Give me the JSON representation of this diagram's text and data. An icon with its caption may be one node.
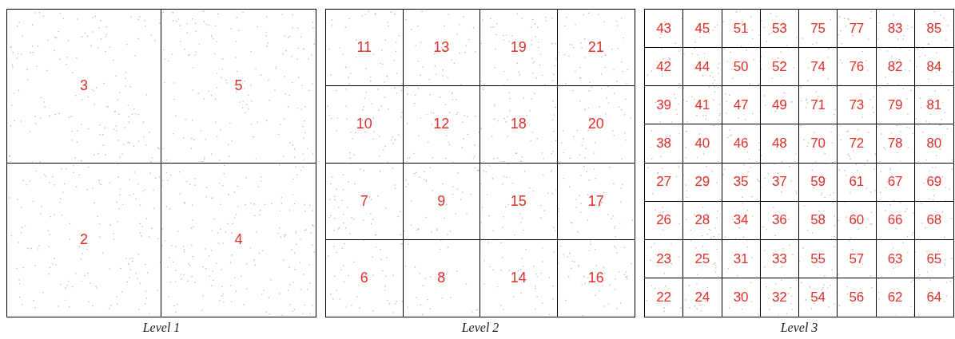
{
  "diagram": {
    "nodes": [
      {
        "text": [
          "Level 1"
        ]
      },
      {
        "text": [
          "3"
        ],
        "in": 0
      },
      {
        "text": [
          "5"
        ],
        "in": 0
      },
      {
        "text": [
          "2"
        ],
        "in": 0
      },
      {
        "text": [
          "4"
        ],
        "in": 0
      },
      {
        "text": [
          "Level 2"
        ]
      },
      {
        "text": [
          "11"
        ],
        "in": 5
      },
      {
        "text": [
          "13"
        ],
        "in": 5
      },
      {
        "text": [
          "19"
        ],
        "in": 5
      },
      {
        "text": [
          "21"
        ],
        "in": 5
      },
      {
        "text": [
          "10"
        ],
        "in": 5
      },
      {
        "text": [
          "12"
        ],
        "in": 5
      },
      {
        "text": [
          "18"
        ],
        "in": 5
      },
      {
        "text": [
          "20"
        ],
        "in": 5
      },
      {
        "text": [
          "7"
        ],
        "in": 5
      },
      {
        "text": [
          "9"
        ],
        "in": 5
      },
      {
        "text": [
          "15"
        ],
        "in": 5
      },
      {
        "text": [
          "17"
        ],
        "in": 5
      },
      {
        "text": [
          "6"
        ],
        "in": 5
      },
      {
        "text": [
          "8"
        ],
        "in": 5
      },
      {
        "text": [
          "14"
        ],
        "in": 5
      },
      {
        "text": [
          "16"
        ],
        "in": 5
      },
      {
        "text": [
          "Level 3"
        ]
      },
      {
        "text": [
          "43"
        ],
        "in": 22
      },
      {
        "text": [
          "45"
        ],
        "in": 22
      },
      {
        "text": [
          "51"
        ],
        "in": 22
      },
      {
        "text": [
          "53"
        ],
        "in": 22
      },
      {
        "text": [
          "75"
        ],
        "in": 22
      },
      {
        "text": [
          "77"
        ],
        "in": 22
      },
      {
        "text": [
          "83"
        ],
        "in": 22
      },
      {
        "text": [
          "85"
        ],
        "in": 22
      },
      {
        "text": [
          "42"
        ],
        "in": 22
      },
      {
        "text": [
          "44"
        ],
        "in": 22
      },
      {
        "text": [
          "50"
        ],
        "in": 22
      },
      {
        "text": [
          "52"
        ],
        "in": 22
      },
      {
        "text": [
          "74"
        ],
        "in": 22
      },
      {
        "text": [
          "76"
        ],
        "in": 22
      },
      {
        "text": [
          "82"
        ],
        "in": 22
      },
      {
        "text": [
          "84"
        ],
        "in": 22
      },
      {
        "text": [
          "39"
        ],
        "in": 22
      },
      {
        "text": [
          "41"
        ],
        "in": 22
      },
      {
        "text": [
          "47"
        ],
        "in": 22
      },
      {
        "text": [
          "49"
        ],
        "in": 22
      },
      {
        "text": [
          "71"
        ],
        "in": 22
      },
      {
        "text": [
          "73"
        ],
        "in": 22
      },
      {
        "text": [
          "79"
        ],
        "in": 22
      },
      {
        "text": [
          "81"
        ],
        "in": 22
      },
      {
        "text": [
          "38"
        ],
        "in": 22
      },
      {
        "text": [
          "40"
        ],
        "in": 22
      },
      {
        "text": [
          "46"
        ],
        "in": 22
      },
      {
        "text": [
          "48"
        ],
        "in": 22
      },
      {
        "text": [
          "70"
        ],
        "in": 22
      },
      {
        "text": [
          "72"
        ],
        "in": 22
      },
      {
        "text": [
          "78"
        ],
        "in": 22
      },
      {
        "text": [
          "80"
        ],
        "in": 22
      },
      {
        "text": [
          "27"
        ],
        "in": 22
      },
      {
        "text": [
          "29"
        ],
        "in": 22
      },
      {
        "text": [
          "35"
        ],
        "in": 22
      },
      {
        "text": [
          "37"
        ],
        "in": 22
      },
      {
        "text": [
          "59"
        ],
        "in": 22
      },
      {
        "text": [
          "61"
        ],
        "in": 22
      },
      {
        "text": [
          "67"
        ],
        "in": 22
      },
      {
        "text": [
          "69"
        ],
        "in": 22
      },
      {
        "text": [
          "26"
        ],
        "in": 22
      },
      {
        "text": [
          "28"
        ],
        "in": 22
      },
      {
        "text": [
          "34"
        ],
        "in": 22
      },
      {
        "text": [
          "36"
        ],
        "in": 22
      },
      {
        "text": [
          "58"
        ],
        "in": 22
      },
      {
        "text": [
          "60"
        ],
        "in": 22
      },
      {
        "text": [
          "66"
        ],
        "in": 22
      },
      {
        "text": [
          "68"
        ],
        "in": 22
      },
      {
        "text": [
          "23"
        ],
        "in": 22
      },
      {
        "text": [
          "25"
        ],
        "in": 22
      },
      {
        "text": [
          "31"
        ],
        "in": 22
      },
      {
        "text": [
          "33"
        ],
        "in": 22
      },
      {
        "text": [
          "55"
        ],
        "in": 22
      },
      {
        "text": [
          "57"
        ],
        "in": 22
      },
      {
        "text": [
          "63"
        ],
        "in": 22
      },
      {
        "text": [
          "65"
        ],
        "in": 22
      },
      {
        "text": [
          "22"
        ],
        "in": 22
      },
      {
        "text": [
          "24"
        ],
        "in": 22
      },
      {
        "text": [
          "30"
        ],
        "in": 22
      },
      {
        "text": [
          "32"
        ],
        "in": 22
      },
      {
        "text": [
          "54"
        ],
        "in": 22
      },
      {
        "text": [
          "56"
        ],
        "in": 22
      },
      {
        "text": [
          "62"
        ],
        "in": 22
      },
      {
        "text": [
          "64"
        ],
        "in": 22
      }
    ]
  }
}
